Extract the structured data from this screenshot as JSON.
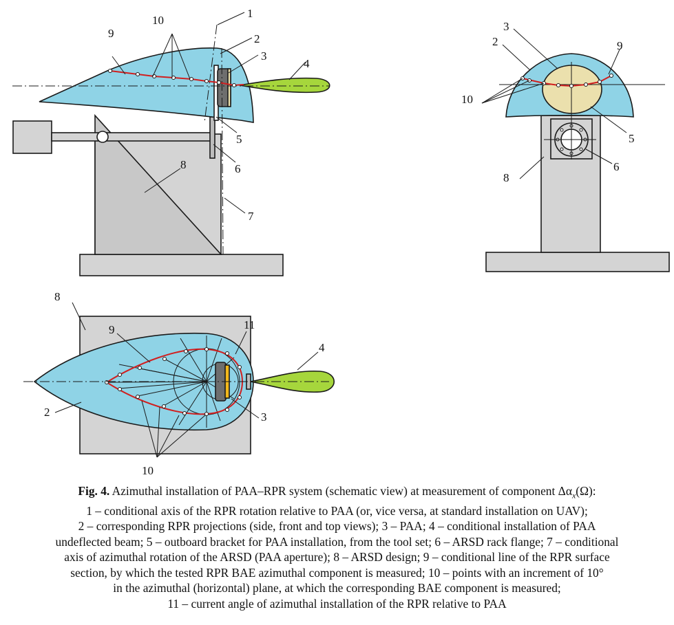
{
  "colors": {
    "rpr_fill": "#8fd3e6",
    "paa_fill": "#ebe0ad",
    "beam_fill": "#a6d63c",
    "stand_fill": "#d4d4d4",
    "cut_line": "#d11f1f",
    "paa_dark": "#6e6e6e",
    "paa_yellow": "#f2b81c"
  },
  "labels": {
    "side": {
      "l1": "1",
      "l2": "2",
      "l3": "3",
      "l4": "4",
      "l5": "5",
      "l6": "6",
      "l7": "7",
      "l8": "8",
      "l9": "9",
      "l10": "10"
    },
    "front": {
      "l2": "2",
      "l3": "3",
      "l5": "5",
      "l6": "6",
      "l8": "8",
      "l9": "9",
      "l10": "10"
    },
    "top": {
      "l2": "2",
      "l3": "3",
      "l4": "4",
      "l8": "8",
      "l9": "9",
      "l10": "10",
      "l11": "11"
    }
  },
  "caption": {
    "fig_label": "Fig. 4.",
    "line1": " Azimuthal installation of PAA–RPR system (schematic view) at measurement of component Δα",
    "line1_sub": "x",
    "line1_end": "(Ω):",
    "line2": "1 – conditional axis of the RPR rotation relative to PAA (or, vice versa, at standard installation on UAV);",
    "line3": "2 – corresponding RPR projections (side, front and top views); 3 – PAA; 4 – conditional installation of PAA",
    "line4": "undeflected beam; 5 – outboard bracket for PAA installation, from the tool set; 6 – ARSD rack flange; 7 – conditional",
    "line5": "axis of azimuthal rotation of the ARSD (PAA aperture); 8 – ARSD design; 9 – conditional line of the RPR surface",
    "line6": "section, by which the tested RPR BAE azimuthal component is measured; 10 – points with an increment of 10°",
    "line7": "in the azimuthal (horizontal) plane, at which the corresponding BAE component is measured;",
    "line8": "11 – current angle of azimuthal installation of the RPR relative to PAA"
  }
}
